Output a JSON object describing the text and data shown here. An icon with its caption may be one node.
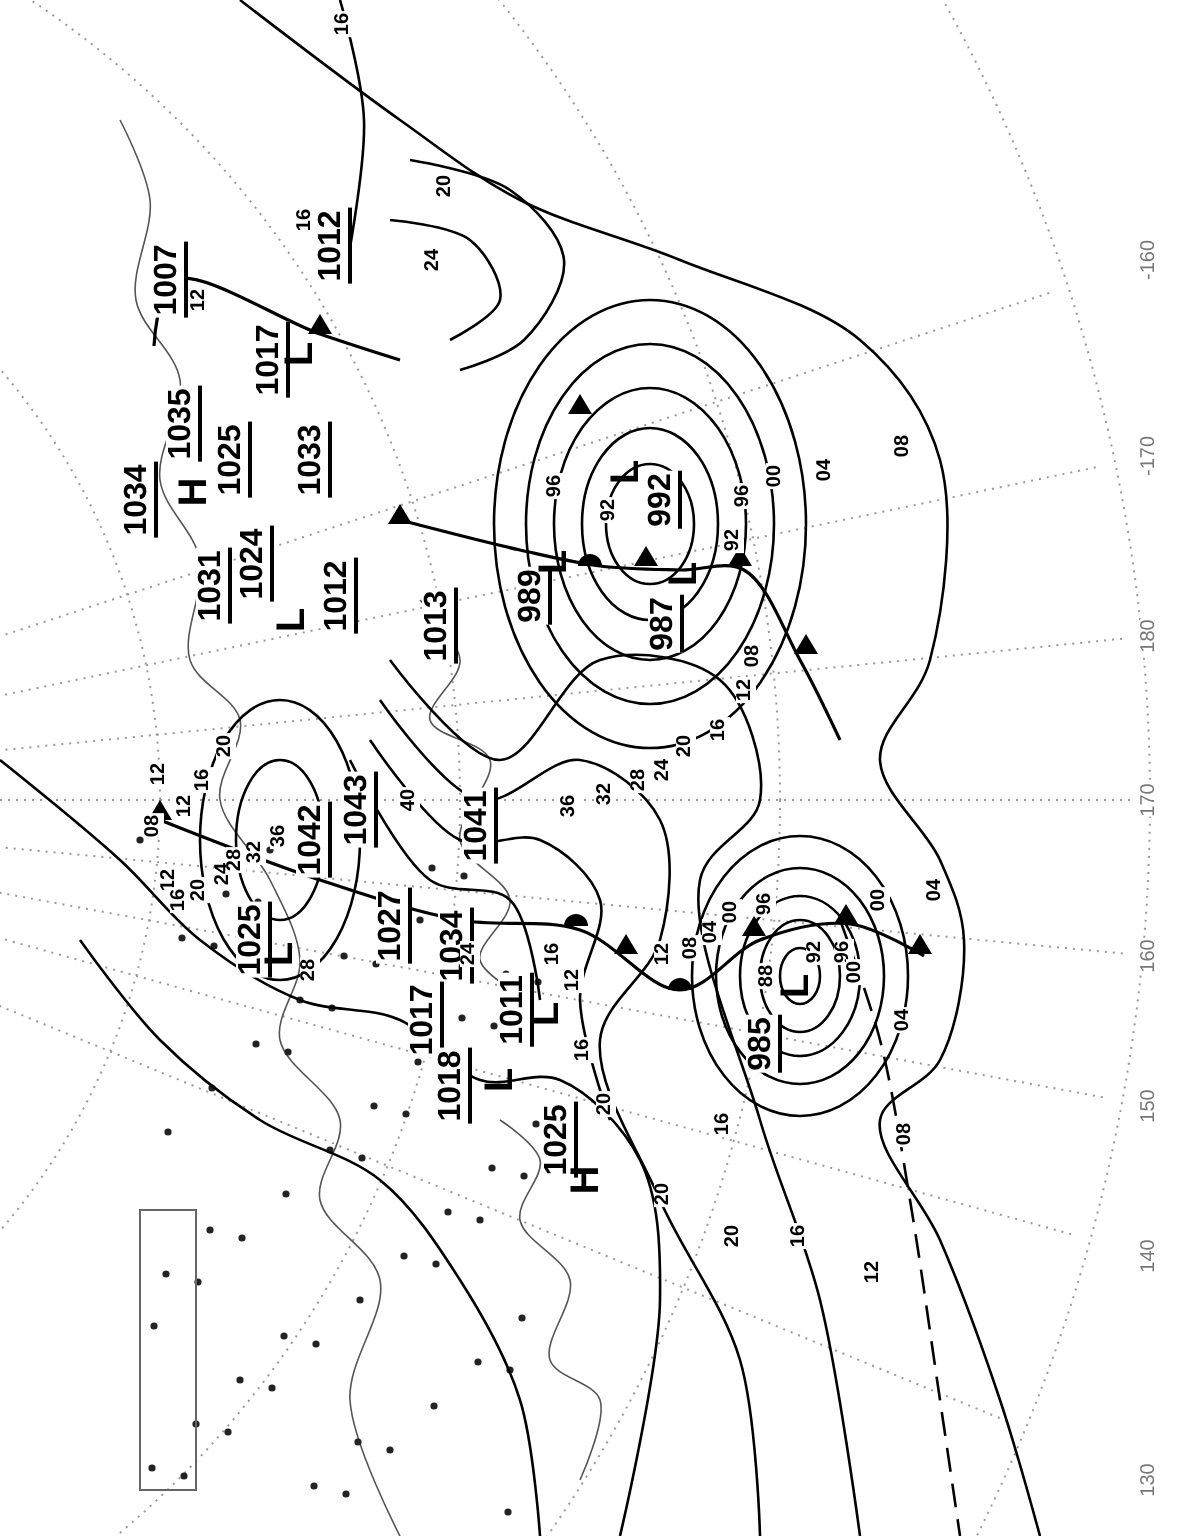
{
  "diagram": {
    "labels": [
      "-160",
      "-170",
      "180",
      "170",
      "160",
      "150",
      "140",
      "130",
      "1007",
      "1012",
      "1017",
      "1035",
      "1025",
      "1033",
      "1034",
      "1031",
      "1024",
      "1012",
      "1013",
      "1042",
      "1043",
      "1041",
      "1025",
      "1027",
      "1034",
      "1017",
      "1018",
      "1011",
      "1025",
      "989",
      "992",
      "987",
      "985",
      "L",
      "L",
      "L",
      "L",
      "L",
      "H",
      "H",
      "L",
      "L",
      "L",
      "L",
      "16",
      "20",
      "24",
      "16",
      "12",
      "96",
      "92",
      "96",
      "00",
      "04",
      "08",
      "92",
      "08",
      "12",
      "16",
      "20",
      "36",
      "32",
      "28",
      "24",
      "12",
      "08",
      "04",
      "00",
      "96",
      "00",
      "04",
      "88",
      "92",
      "96",
      "00",
      "04",
      "08",
      "16",
      "16",
      "20",
      "20",
      "20",
      "12",
      "16",
      "16",
      "08",
      "12",
      "12",
      "16",
      "20",
      "12",
      "16",
      "20",
      "24",
      "28",
      "32",
      "36",
      "40",
      "28",
      "24",
      "12"
    ]
  }
}
